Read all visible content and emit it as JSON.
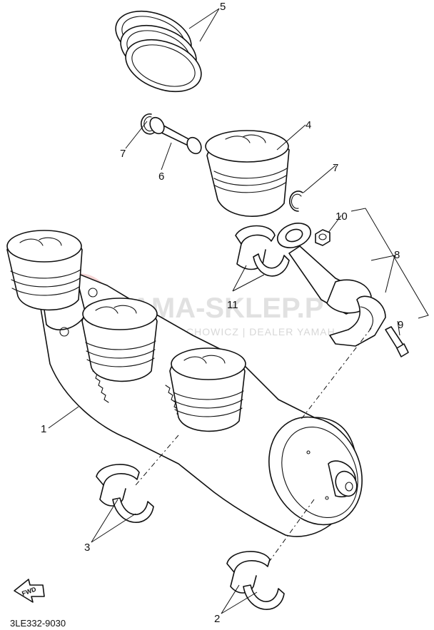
{
  "diagram_code": "3LE332-9030",
  "fwd_label": "FWD",
  "watermark": {
    "brand": "YAMA-SKLEP.P",
    "sub": "WO CHOWICZ | DEALER YAMAH"
  },
  "callouts": {
    "c1": "1",
    "c2": "2",
    "c3": "3",
    "c4": "4",
    "c5": "5",
    "c6": "6",
    "c7a": "7",
    "c7b": "7",
    "c8": "8",
    "c9": "9",
    "c10": "10",
    "c11": "11"
  }
}
